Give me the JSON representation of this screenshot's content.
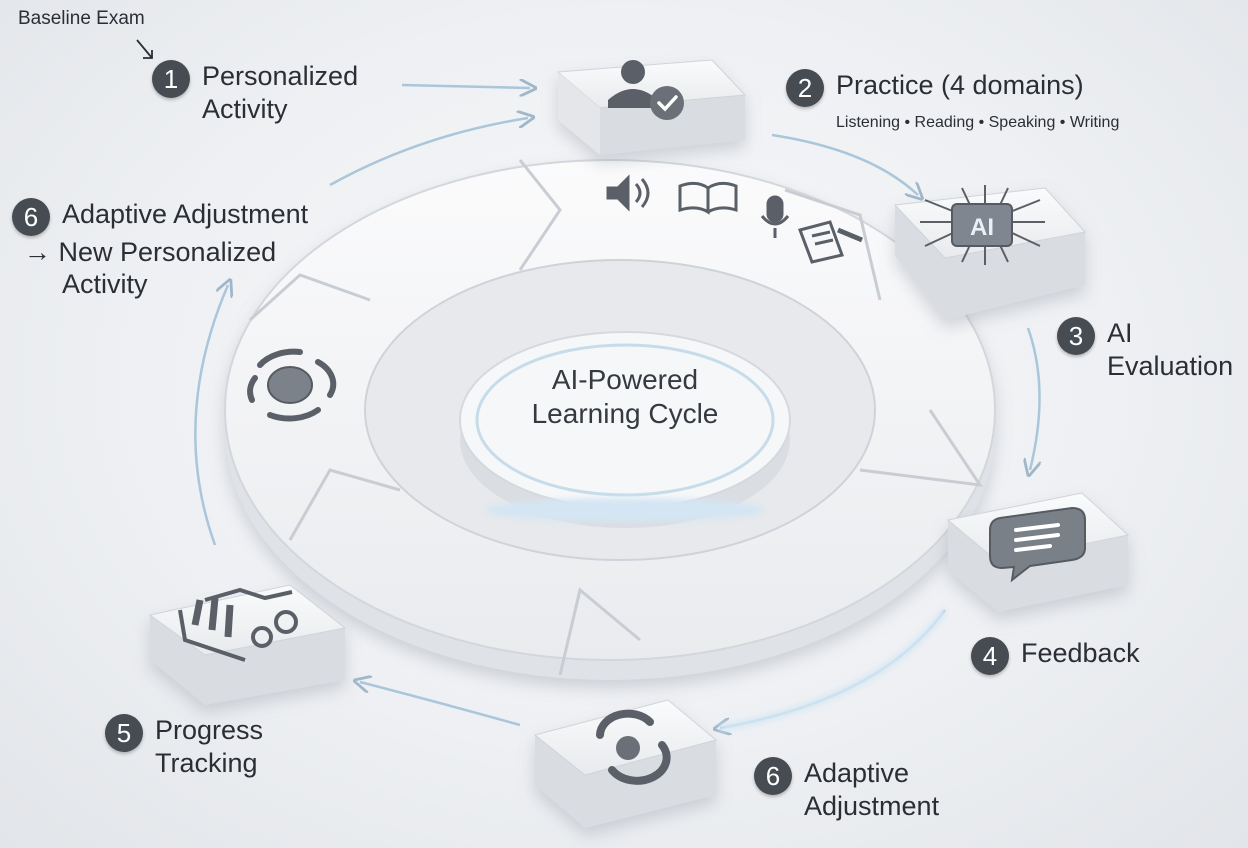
{
  "baseline_label": "Baseline Exam",
  "center": {
    "line1": "AI-Powered",
    "line2": "Learning Cycle"
  },
  "steps": [
    {
      "badge": "1",
      "line1": "Personalized",
      "line2": "Activity",
      "icon": "user-check-icon"
    },
    {
      "badge": "2",
      "line1": "Practice (4 domains)",
      "subtitle": "Listening • Reading • Speaking • Writing",
      "icon": "domains-icons"
    },
    {
      "badge": "3",
      "line1": "AI",
      "line2": "Evaluation",
      "icon": "ai-chip-icon"
    },
    {
      "badge": "4",
      "line1": "Feedback",
      "icon": "chat-bubble-icon"
    },
    {
      "badge": "6",
      "line1": "Adaptive",
      "line2": "Adjustment",
      "icon": "refresh-dial-icon"
    },
    {
      "badge": "5",
      "line1": "Progress",
      "line2": "Tracking",
      "icon": "chart-gears-icon"
    },
    {
      "badge": "6",
      "line1": "Adaptive Adjustment",
      "line2": "→ New Personalized",
      "line3": "Activity",
      "icon": "cycle-dial-icon"
    }
  ],
  "colors": {
    "badge": "#474c53",
    "arrow_glow": "#bcd7ea",
    "block_face": "#f4f5f7",
    "icon": "#5b6068"
  }
}
